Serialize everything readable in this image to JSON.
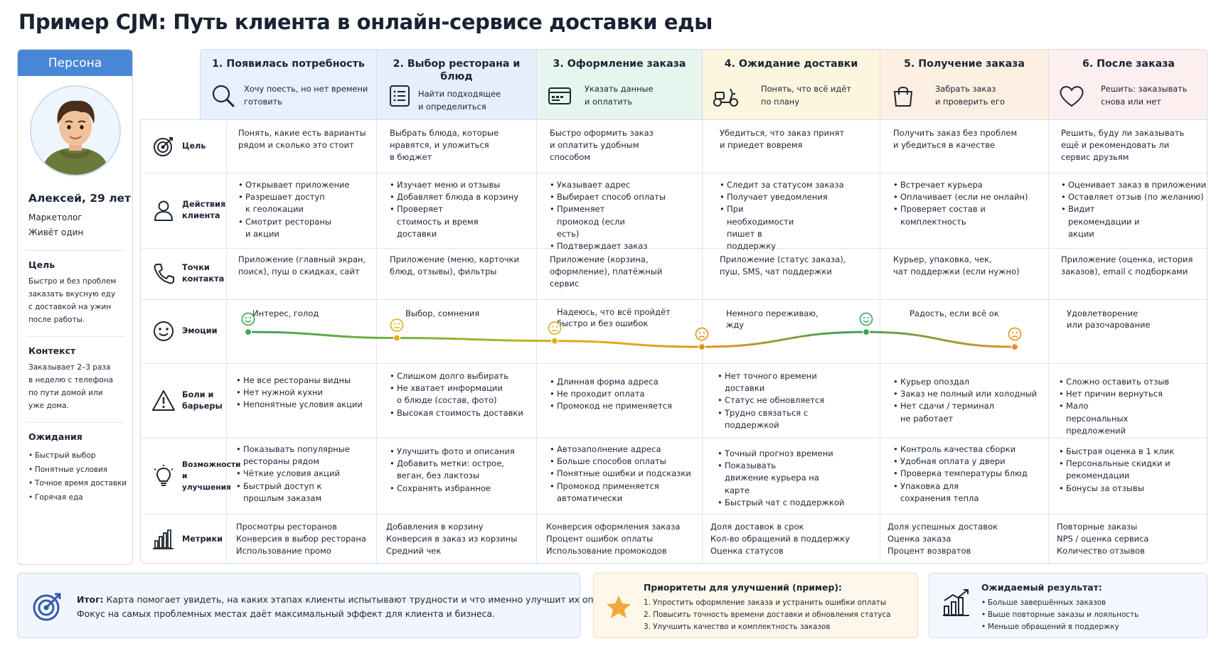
{
  "page": {
    "title": "Пример CJM: Путь клиента в онлайн-сервисе доставки еды"
  },
  "colors": {
    "persona_header": "#4a86d6",
    "stage_backgrounds": [
      "#e6f1fd",
      "#e4effb",
      "#e6f5ed",
      "#fdf6df",
      "#fdf0e3",
      "#fdeef0"
    ],
    "emotion_positive": "#3aa55a",
    "emotion_neutral": "#e0b019",
    "emotion_negative": "#e5911f",
    "icon_stroke": "#1f2633",
    "summary_icon": "#3559a8",
    "star": "#f2a93b"
  },
  "persona": {
    "header": "Персона",
    "avatar_icon": "man-avatar-icon",
    "name": "Алексей, 29 лет",
    "occupation": "Маркетолог",
    "living": "Живёт один",
    "goal_title": "Цель",
    "goal_lines": [
      "Быстро и без проблем",
      "заказать вкусную еду",
      "с доставкой на ужин",
      "после работы."
    ],
    "context_title": "Контекст",
    "context_lines": [
      "Заказывает 2–3 раза",
      "в неделю с телефона",
      "по пути домой или",
      "уже дома."
    ],
    "expectations_title": "Ожидания",
    "expectations": [
      "Быстрый выбор",
      "Понятные условия",
      "Точное время доставки",
      "Горячая еда"
    ]
  },
  "stages": [
    {
      "title": "1. Появилась потребность",
      "icon": "search-icon",
      "desc": [
        "Хочу поесть, но нет времени",
        "готовить"
      ]
    },
    {
      "title": "2. Выбор ресторана и блюд",
      "icon": "menu-list-icon",
      "desc": [
        "Найти подходящее",
        "и определиться"
      ]
    },
    {
      "title": "3. Оформление заказа",
      "icon": "credit-card-icon",
      "desc": [
        "Указать данные",
        "и оплатить"
      ]
    },
    {
      "title": "4. Ожидание доставки",
      "icon": "scooter-icon",
      "desc": [
        "Понять, что всё идёт",
        "по плану"
      ]
    },
    {
      "title": "5. Получение заказа",
      "icon": "shopping-bag-icon",
      "desc": [
        "Забрать заказ",
        "и проверить его"
      ]
    },
    {
      "title": "6. После заказа",
      "icon": "heart-icon",
      "desc": [
        "Решить: заказывать",
        "снова или нет"
      ]
    }
  ],
  "rows": {
    "goal": {
      "label": "Цель",
      "icon": "target-icon",
      "cells": [
        [
          "Понять, какие есть варианты",
          "рядом и сколько это стоит"
        ],
        [
          "Выбрать блюда, которые",
          "нравятся, и уложиться",
          "в бюджет"
        ],
        [
          "Быстро оформить заказ",
          "и оплатить удобным",
          "способом"
        ],
        [
          "Убедиться, что заказ принят",
          "и приедет вовремя"
        ],
        [
          "Получить заказ без проблем",
          "и убедиться в качестве"
        ],
        [
          "Решить, буду ли заказывать",
          "ещё и рекомендовать ли",
          "сервис друзьям"
        ]
      ]
    },
    "actions": {
      "label": "Действия клиента",
      "icon": "user-icon",
      "cells": [
        [
          "Открывает приложение",
          "Разрешает доступ к геолокации",
          "Смотрит рестораны и акции"
        ],
        [
          "Изучает меню и отзывы",
          "Добавляет блюда в корзину",
          "Проверяет стоимость и время доставки"
        ],
        [
          "Указывает адрес",
          "Выбирает способ оплаты",
          "Применяет промокод (если есть)",
          "Подтверждает заказ"
        ],
        [
          "Следит за статусом заказа",
          "Получает уведомления",
          "При необходимости пишет в поддержку"
        ],
        [
          "Встречает курьера",
          "Оплачивает (если не онлайн)",
          "Проверяет состав и комплектность"
        ],
        [
          "Оценивает заказ в приложении",
          "Оставляет отзыв (по желанию)",
          "Видит рекомендации и акции"
        ]
      ]
    },
    "touchpoints": {
      "label": "Точки контакта",
      "icon": "phone-icon",
      "cells": [
        [
          "Приложение (главный экран,",
          "поиск), пуш о скидках, сайт"
        ],
        [
          "Приложение (меню, карточки",
          "блюд, отзывы), фильтры"
        ],
        [
          "Приложение (корзина,",
          "оформление), платёжный",
          "сервис"
        ],
        [
          "Приложение (статус заказа),",
          "пуш, SMS, чат поддержки"
        ],
        [
          "Курьер, упаковка, чек,",
          "чат поддержки (если нужно)"
        ],
        [
          "Приложение (оценка, история",
          "заказов), email с подборками"
        ]
      ]
    },
    "emotions": {
      "label": "Эмоции",
      "icon": "smile-icon",
      "labels": [
        [
          "Интерес, голод"
        ],
        [
          "Выбор, сомнения"
        ],
        [
          "Надеюсь, что всё пройдёт",
          "быстро и без ошибок"
        ],
        [
          "Немного переживаю,",
          "жду"
        ],
        [
          "Радость, если всё ок"
        ],
        [
          "Удовлетворение",
          "или разочарование"
        ]
      ],
      "faces": [
        "happy",
        "neutral",
        "neutral",
        "sad",
        "happy",
        "sad"
      ],
      "levels": [
        0.95,
        0.75,
        0.65,
        0.45,
        0.95,
        0.45
      ]
    },
    "pains": {
      "label": "Боли и барьеры",
      "icon": "warning-icon",
      "cells": [
        [
          "Не все рестораны видны",
          "Нет нужной кухни",
          "Непонятные условия акции"
        ],
        [
          "Слишком долго выбирать",
          "Не хватает информации о блюде (состав, фото)",
          "Высокая стоимость доставки"
        ],
        [
          "Длинная форма адреса",
          "Не проходит оплата",
          "Промокод не применяется"
        ],
        [
          "Нет точного времени доставки",
          "Статус не обновляется",
          "Трудно связаться с поддержкой"
        ],
        [
          "Курьер опоздал",
          "Заказ не полный или холодный",
          "Нет сдачи / терминал не работает"
        ],
        [
          "Сложно оставить отзыв",
          "Нет причин вернуться",
          "Мало персональных предложений"
        ]
      ]
    },
    "opportunities": {
      "label": "Возможности и улучшения",
      "icon": "lightbulb-icon",
      "cells": [
        [
          "Показывать популярные рестораны рядом",
          "Чёткие условия акций",
          "Быстрый доступ к прошлым заказам"
        ],
        [
          "Улучшить фото и описания",
          "Добавить метки: острое, веган, без лактозы",
          "Сохранять избранное"
        ],
        [
          "Автозаполнение адреса",
          "Больше способов оплаты",
          "Понятные ошибки и подсказки",
          "Промокод применяется автоматически"
        ],
        [
          "Точный прогноз времени",
          "Показывать движение курьера на карте",
          "Быстрый чат с поддержкой"
        ],
        [
          "Контроль качества сборки",
          "Удобная оплата у двери",
          "Проверка температуры блюд",
          "Упаковка для сохранения тепла"
        ],
        [
          "Быстрая оценка в 1 клик",
          "Персональные скидки и рекомендации",
          "Бонусы за отзывы"
        ]
      ]
    },
    "metrics": {
      "label": "Метрики",
      "icon": "bar-chart-icon",
      "cells": [
        [
          "Просмотры ресторанов",
          "Конверсия в выбор ресторана",
          "Использование промо"
        ],
        [
          "Добавления в корзину",
          "Конверсия в заказ из корзины",
          "Средний чек"
        ],
        [
          "Конверсия оформления заказа",
          "Процент ошибок оплаты",
          "Использование промокодов"
        ],
        [
          "Доля доставок в срок",
          "Кол-во обращений в поддержку",
          "Оценка статусов"
        ],
        [
          "Доля успешных доставок",
          "Оценка заказа",
          "Процент возвратов"
        ],
        [
          "Повторные заказы",
          "NPS / оценка сервиса",
          "Количество отзывов"
        ]
      ]
    }
  },
  "summary": {
    "icon": "target-icon",
    "label": "Итог:",
    "line1": "Карта помогает увидеть, на каких этапах клиенты испытывают трудности и что именно улучшит их опыт.",
    "line2": "Фокус на самых проблемных местах даёт максимальный эффект для клиента и бизнеса."
  },
  "priorities": {
    "icon": "star-icon",
    "title": "Приоритеты для улучшений (пример):",
    "items": [
      "1. Упростить оформление заказа и устранить ошибки оплаты",
      "2. Повысить точность времени доставки и обновления статуса",
      "3. Улучшить качество и комплектность заказов"
    ]
  },
  "result": {
    "icon": "growth-chart-icon",
    "title": "Ожидаемый результат:",
    "items": [
      "Больше завершённых заказов",
      "Выше повторные заказы и лояльность",
      "Меньше обращений в поддержку"
    ]
  }
}
